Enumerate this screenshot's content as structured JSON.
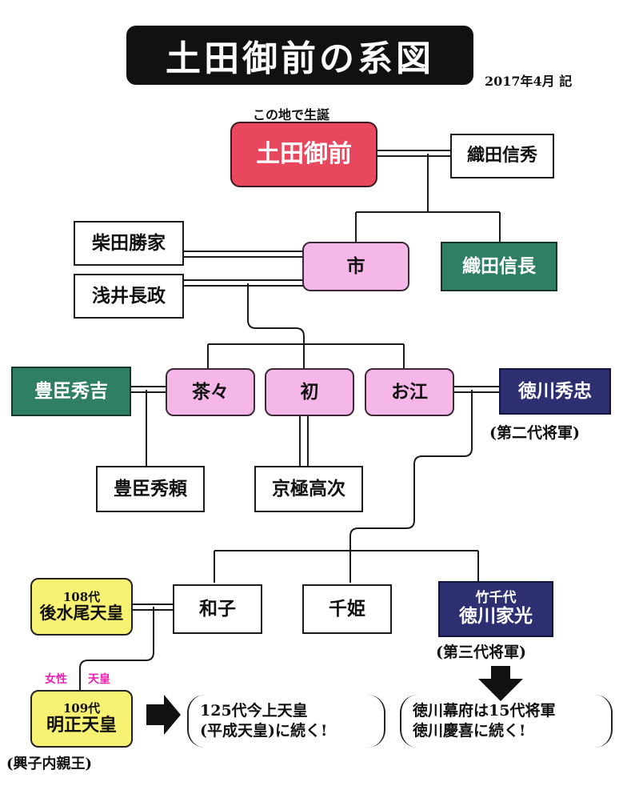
{
  "title": "土田御前の系図",
  "date_note": "2017年4月 記",
  "birthplace_note": "この地で生誕",
  "people": {
    "dota": "土田御前",
    "nobuhide": "織田信秀",
    "shibata": "柴田勝家",
    "ichi": "市",
    "nobunaga": "織田信長",
    "azai": "浅井長政",
    "hideyoshi": "豊臣秀吉",
    "chacha": "茶々",
    "hatsu": "初",
    "go": "お江",
    "hidetada": "徳川秀忠",
    "hidetada_note": "(第二代将軍)",
    "hideyori": "豊臣秀頼",
    "takatsugu": "京極高次",
    "mizunoo_sub": "108代",
    "mizunoo": "後水尾天皇",
    "masako": "和子",
    "senhime": "千姫",
    "iemitsu_sub": "竹千代",
    "iemitsu": "徳川家光",
    "iemitsu_note": "(第三代将軍)",
    "female_label": "女性",
    "tenno_label": "天皇",
    "meisho_sub": "109代",
    "meisho": "明正天皇",
    "meisho_note": "(興子内親王)"
  },
  "notes": {
    "imperial_line_1": "125代今上天皇",
    "imperial_line_2": "(平成天皇)に続く!",
    "shogun_line_1": "徳川幕府は15代将軍",
    "shogun_line_2": "徳川慶喜に続く!"
  },
  "colors": {
    "title_bg": "#111111",
    "dota_red": "#e8475e",
    "pink": "#f5b6e8",
    "green": "#2f7f64",
    "navy": "#2d2f70",
    "yellow": "#f8f272",
    "magenta_label": "#ee1fb0"
  }
}
